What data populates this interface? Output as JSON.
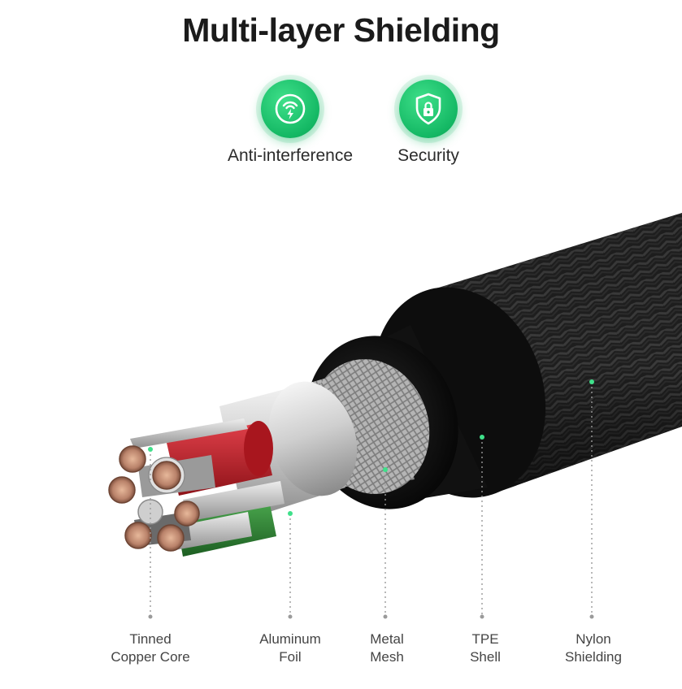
{
  "title": "Multi-layer Shielding",
  "features": [
    {
      "label": "Anti-interference",
      "icon": "signal-lightning-icon"
    },
    {
      "label": "Security",
      "icon": "shield-lock-icon"
    }
  ],
  "layers": [
    {
      "line1": "Tinned",
      "line2": "Copper Core"
    },
    {
      "line1": "Aluminum",
      "line2": "Foil"
    },
    {
      "line1": "Metal",
      "line2": "Mesh"
    },
    {
      "line1": "TPE",
      "line2": "Shell"
    },
    {
      "line1": "Nylon",
      "line2": "Shielding"
    }
  ],
  "colors": {
    "accent": "#14b864",
    "jacket": "#1a1a1a",
    "wire_red": "#c8202a",
    "wire_green": "#2f8a35"
  }
}
